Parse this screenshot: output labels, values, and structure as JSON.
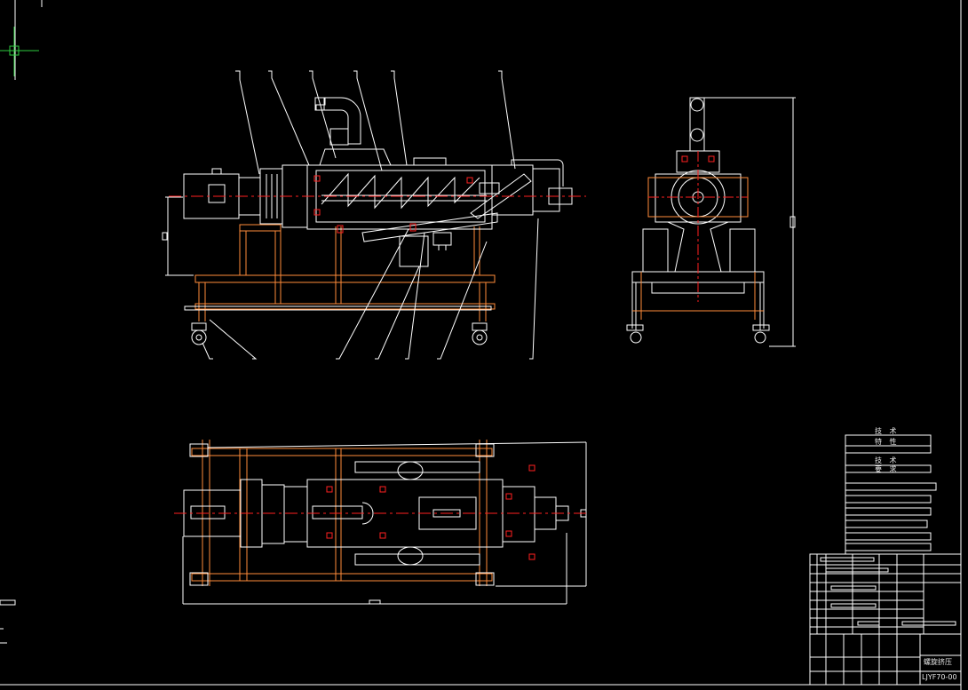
{
  "tech_block": {
    "heading_1": "技 术",
    "heading_2": "特 性",
    "heading_3": "技 术",
    "heading_4": "要 求"
  },
  "title_block": {
    "drawing_name": "螺旋挤压",
    "drawing_code": "LJYF70-00"
  },
  "colors": {
    "background": "#000000",
    "outline": "#ffffff",
    "part_edge": "#ff8c3a",
    "centerline": "#ff2020",
    "hidden": "#c83232",
    "cursor": "#2ecc40"
  }
}
